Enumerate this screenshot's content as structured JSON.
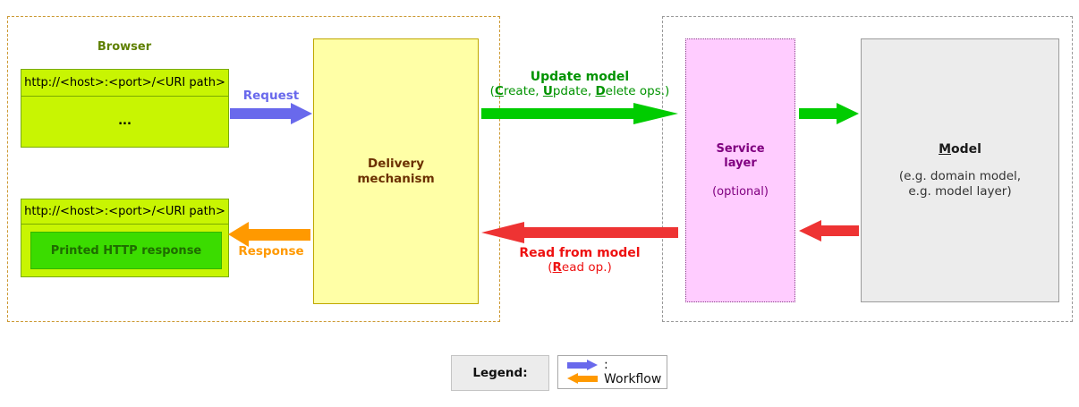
{
  "browser": {
    "title": "Browser",
    "request_box": {
      "url": "http://<host>:<port>/<URI path>",
      "body": "..."
    },
    "response_box": {
      "url": "http://<host>:<port>/<URI path>",
      "content": "Printed HTTP response"
    }
  },
  "flows": {
    "request_label": "Request",
    "response_label": "Response",
    "update": {
      "title": "Update model",
      "ops_open": "(",
      "ops_c": "C",
      "ops_c_rest": "reate, ",
      "ops_u": "U",
      "ops_u_rest": "pdate, ",
      "ops_d": "D",
      "ops_d_rest": "elete ops.)"
    },
    "read": {
      "title": "Read from model",
      "op_open": "(",
      "op_r": "R",
      "op_r_rest": "ead op.)"
    }
  },
  "delivery": {
    "label": "Delivery mechanism"
  },
  "service": {
    "title": "Service layer",
    "subtitle": "(optional)"
  },
  "model": {
    "title_initial": "M",
    "title_rest": "odel",
    "subtitle_line1": "(e.g. domain model,",
    "subtitle_line2": "e.g. model layer)"
  },
  "legend": {
    "title": "Legend:",
    "workflow_label": ": Workflow"
  },
  "icons": {
    "request_arrow": "right-arrow",
    "response_arrow": "left-arrow",
    "update_arrow": "right-arrow",
    "read_arrow": "left-arrow",
    "service_to_model_arrow": "right-arrow",
    "model_to_service_arrow": "left-arrow",
    "legend_workflow_arrows": "right-and-left-arrows"
  },
  "colors": {
    "browser_container_border": "#cc9933",
    "right_container_border": "#999999",
    "browser_box_fill": "#c8f502",
    "browser_box_border": "#7aab00",
    "browser_title_text": "#5f8000",
    "response_inner_fill": "#3bdc00",
    "response_inner_text": "#1e6b00",
    "workflow_blue": "#6969ec",
    "workflow_orange": "#ff9900",
    "delivery_fill": "#ffffa6",
    "delivery_text": "#6b3000",
    "flow_green": "#00cc00",
    "flow_green_text": "#009300",
    "flow_red": "#ee3333",
    "flow_red_text": "#ee1111",
    "service_fill": "#ffccff",
    "service_text": "#800080",
    "model_fill": "#ececec",
    "model_text": "#1a1a1a"
  }
}
